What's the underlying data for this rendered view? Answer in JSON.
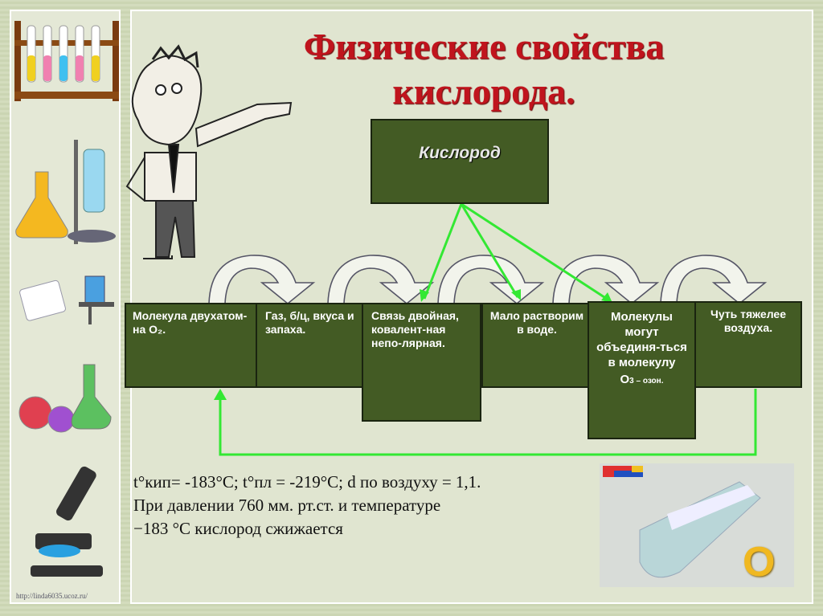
{
  "title": {
    "line1": "Физические свойства",
    "line2": "кислорода."
  },
  "central": {
    "label": "Кислород"
  },
  "properties": [
    "Молекула двухатом-на О₂.",
    "Газ, б/ц, вкуса и запаха.",
    "Связь двойная, ковалент-ная непо-лярная.",
    "Мало растворим в воде.",
    "Молекулы могут объединя-ться в молекулу",
    "Чуть тяжелее воздуха."
  ],
  "ozone": {
    "formula": "О",
    "sub": "3",
    "note": " – озон."
  },
  "info": {
    "line1": "t°кип= -183°С; t°пл = -219°С; d по воздуху = 1,1.",
    "line2": "При давлении 760 мм. рт.ст. и температуре",
    "line3": "−183 °С кислород сжижается"
  },
  "footer": {
    "url": "http://linda6035.ucoz.ru/"
  },
  "photo": {
    "letter": "O"
  },
  "colors": {
    "title": "#c0141d",
    "box": "#435b24",
    "arrow": "#33e833"
  }
}
